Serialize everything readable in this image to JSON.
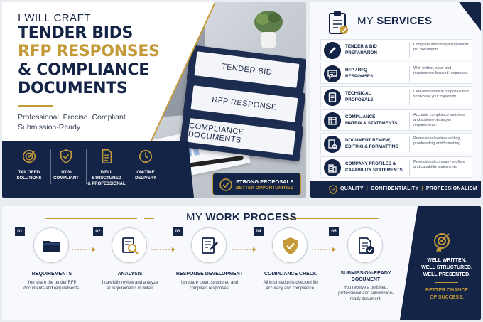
{
  "hero": {
    "kicker": "I WILL CRAFT",
    "line1": "TENDER BIDS",
    "line2": "RFP RESPONSES",
    "line3": "& COMPLIANCE",
    "line4": "DOCUMENTS",
    "tagline1": "Professional. Precise. Compliant.",
    "tagline2": "Submission-Ready.",
    "binders": [
      "TENDER BID",
      "RFP RESPONSE",
      "COMPLIANCE DOCUMENTS"
    ],
    "features": [
      {
        "icon": "target-icon",
        "l1": "TAILORED",
        "l2": "SOLUTIONS"
      },
      {
        "icon": "shield-check-icon",
        "l1": "100%",
        "l2": "COMPLIANT"
      },
      {
        "icon": "document-icon",
        "l1": "WELL STRUCTURED",
        "l2": "& PROFESSIONAL"
      },
      {
        "icon": "clock-icon",
        "l1": "ON-TIME",
        "l2": "DELIVERY"
      }
    ],
    "badge_line1": "STRONG PROPOSALS",
    "badge_line2": "BETTER OPPORTUNITIES"
  },
  "services": {
    "title_prefix": "MY ",
    "title_bold": "SERVICES",
    "items": [
      {
        "icon": "pen-icon",
        "name1": "TENDER & BID",
        "name2": "PREPARATION",
        "desc": "Complete and compelling tender bid documents."
      },
      {
        "icon": "chat-icon",
        "name1": "RFP / RFQ",
        "name2": "RESPONSES",
        "desc": "Well-written, clear and requirement-focused responses."
      },
      {
        "icon": "clipboard-icon",
        "name1": "TECHNICAL",
        "name2": "PROPOSALS",
        "desc": "Detailed technical proposals that showcase your capability."
      },
      {
        "icon": "matrix-icon",
        "name1": "COMPLIANCE",
        "name2": "MATRIX & STATEMENTS",
        "desc": "Accurate compliance matrices and statements as per requirements."
      },
      {
        "icon": "review-icon",
        "name1": "DOCUMENT REVIEW,",
        "name2": "EDITING & FORMATTING",
        "desc": "Professional review, editing, proofreading and formatting."
      },
      {
        "icon": "building-icon",
        "name1": "COMPANY PROFILES &",
        "name2": "CAPABILITY STATEMENTS",
        "desc": "Professional company profiles and capability statements."
      }
    ],
    "footer": [
      "QUALITY",
      "CONFIDENTIALITY",
      "PROFESSIONALISM"
    ]
  },
  "process": {
    "title_prefix": "MY ",
    "title_bold": "WORK PROCESS",
    "steps": [
      {
        "num": "01",
        "icon": "folder-icon",
        "name": "REQUIREMENTS",
        "d1": "You share the tender/RFP",
        "d2": "documents and requirements.",
        "d3": ""
      },
      {
        "num": "02",
        "icon": "magnifier-icon",
        "name": "ANALYSIS",
        "d1": "I carefully review and analyze",
        "d2": "all requirements in detail.",
        "d3": ""
      },
      {
        "num": "03",
        "icon": "writing-icon",
        "name": "RESPONSE DEVELOPMENT",
        "d1": "I prepare clear, structured and",
        "d2": "compliant responses.",
        "d3": ""
      },
      {
        "num": "04",
        "icon": "shield-check-icon",
        "name": "COMPLIANCE CHECK",
        "d1": "All information is checked for",
        "d2": "accuracy and compliance.",
        "d3": ""
      },
      {
        "num": "05",
        "icon": "doc-check-icon",
        "name": "SUBMISSION-READY",
        "name2": "DOCUMENT",
        "d1": "You receive a polished,",
        "d2": "professional and submission-",
        "d3": "ready document."
      }
    ],
    "side": {
      "w1": "WELL WRITTEN.",
      "w2": "WELL STRUCTURED.",
      "w3": "WELL PRESENTED.",
      "g1": "BETTER CHANCE",
      "g2": "OF SUCCESS."
    }
  },
  "colors": {
    "navy": "#142447",
    "gold": "#c49a38",
    "bg": "#f7f9fc"
  }
}
